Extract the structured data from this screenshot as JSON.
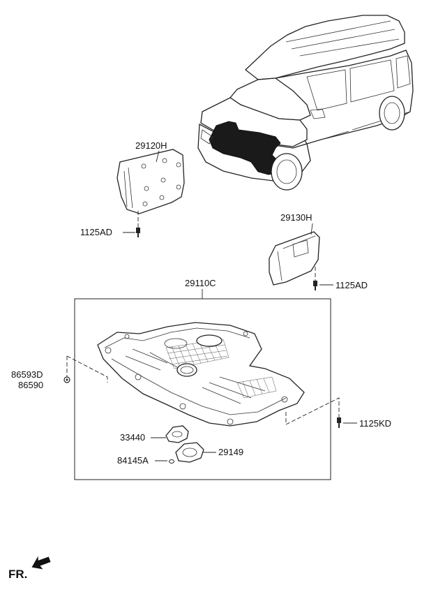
{
  "diagram": {
    "callouts": {
      "assembly": "29110C",
      "cover_left": "29120H",
      "cover_right": "29130H",
      "bolt_left_cover": "1125AD",
      "bolt_right_cover": "1125AD",
      "bolt_right_main": "1125KD",
      "clip_part_a": "86593D",
      "clip_part_b": "86590",
      "bracket_a": "33440",
      "bracket_b": "29149",
      "small_part": "84145A"
    },
    "front_indicator": "FR."
  }
}
